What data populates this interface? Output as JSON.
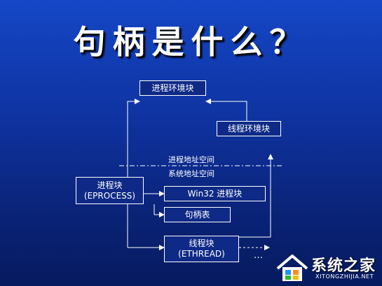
{
  "slide": {
    "title": "句柄是什么？",
    "labels": {
      "process_address_space": "进程地址空间",
      "system_address_space": "系统地址空间",
      "ellipsis": "…"
    },
    "boxes": {
      "peb": {
        "line1": "进程环境块"
      },
      "teb": {
        "line1": "线程环境块"
      },
      "eprocess": {
        "line1": "进程块",
        "line2": "(EPROCESS)"
      },
      "win32": {
        "line1": "Win32 进程块"
      },
      "handle_table": {
        "line1": "句柄表"
      },
      "ethread": {
        "line1": "线程块",
        "line2": "(ETHREAD)"
      }
    },
    "colors": {
      "background_top": "#1547c6",
      "background_bottom": "#061a5e",
      "line": "#ffffff"
    }
  },
  "watermark": {
    "brand": "系统之家",
    "url": "XITONGZHIJIA.NET",
    "icon": "house-icon"
  }
}
